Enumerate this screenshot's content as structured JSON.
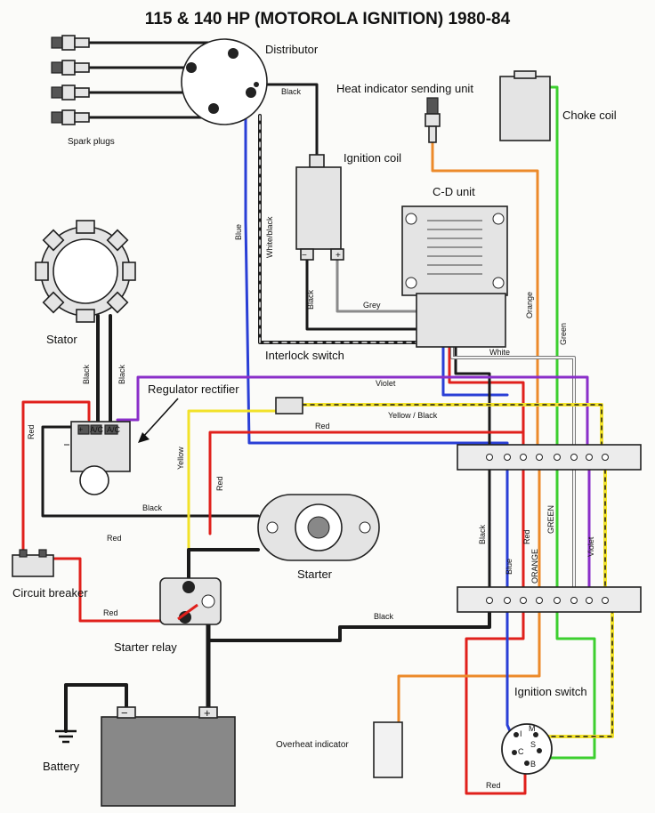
{
  "title": "115 & 140 HP (MOTOROLA IGNITION) 1980-84",
  "components": {
    "distributor": "Distributor",
    "spark_plugs": "Spark plugs",
    "heat_sender": "Heat indicator sending unit",
    "choke_coil": "Choke coil",
    "ignition_coil": "Ignition coil",
    "cd_unit": "C-D unit",
    "stator": "Stator",
    "interlock": "Interlock switch",
    "regulator": "Regulator rectifier",
    "starter": "Starter",
    "circuit_breaker": "Circuit breaker",
    "starter_relay": "Starter relay",
    "ignition_switch": "Ignition switch",
    "overheat": "Overheat indicator",
    "battery": "Battery"
  },
  "wire_labels": {
    "black": "Black",
    "blue": "Blue",
    "white_black": "White/black",
    "grey": "Grey",
    "orange": "Orange",
    "orange_caps": "ORANGE",
    "green": "Green",
    "green_caps": "GREEN",
    "white": "White",
    "violet": "Violet",
    "red": "Red",
    "yellow": "Yellow",
    "yellow_black": "Yellow / Black"
  },
  "terminals": {
    "plus": "+",
    "minus": "−",
    "ac": "A/C",
    "m": "M",
    "s": "S",
    "b": "B",
    "i": "I",
    "c": "C"
  },
  "colors": {
    "black": "#1a1a1a",
    "blue": "#2a3fd6",
    "red": "#e0201c",
    "orange": "#ec8a2a",
    "green": "#3ccf2f",
    "violet": "#8a2fc9",
    "yellow": "#f2e22a",
    "white": "#f4f4f4",
    "grey": "#8a8a8a"
  }
}
